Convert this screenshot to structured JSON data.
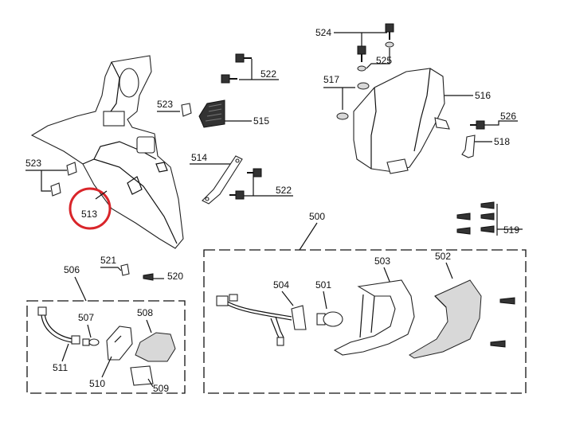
{
  "labels": {
    "p500": "500",
    "p501": "501",
    "p502": "502",
    "p503": "503",
    "p504": "504",
    "p506": "506",
    "p507": "507",
    "p508": "508",
    "p509": "509",
    "p510": "510",
    "p511": "511",
    "p513": "513",
    "p514": "514",
    "p515": "515",
    "p516": "516",
    "p517": "517",
    "p518": "518",
    "p519": "519",
    "p520": "520",
    "p521": "521",
    "p522a": "522",
    "p522b": "522",
    "p523a": "523",
    "p523b": "523",
    "p524": "524",
    "p525": "525",
    "p526": "526"
  },
  "highlight": {
    "part": "513",
    "color": "#d9252a"
  },
  "colors": {
    "line": "#111111",
    "part_fill": "#ffffff",
    "shade": "#d8d8d8"
  }
}
